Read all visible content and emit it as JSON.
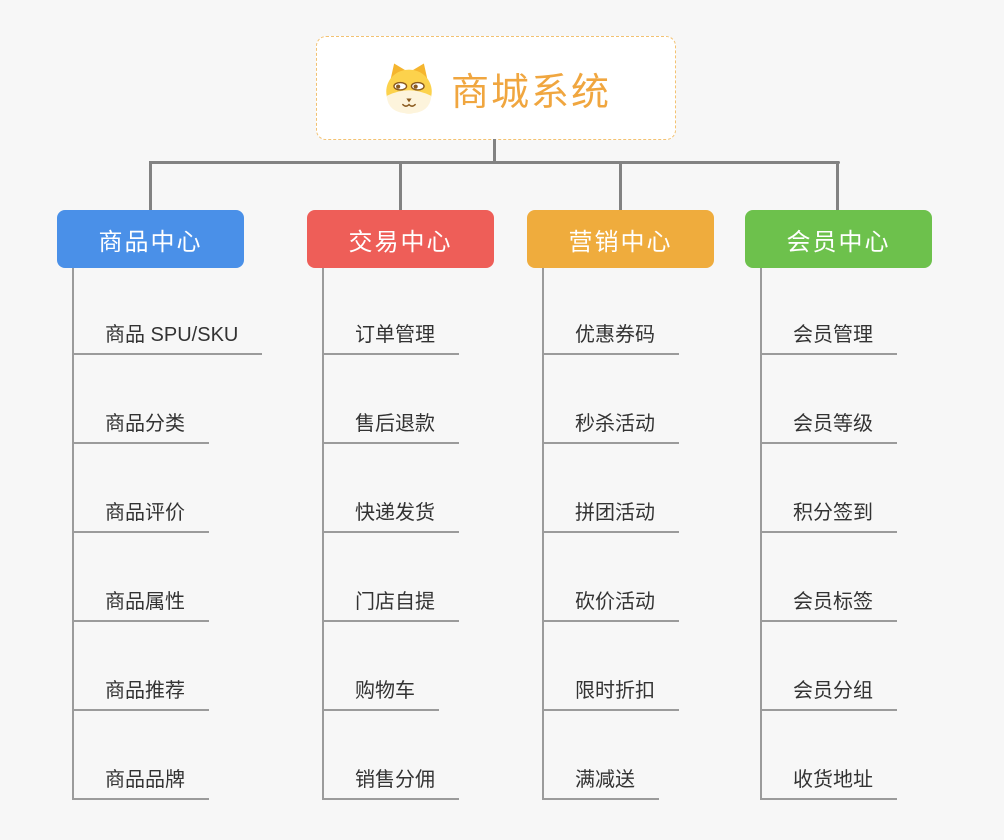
{
  "app": {
    "background_color": "#f7f7f7",
    "connector_color": "#828282",
    "branch_line_color": "#9b9b9b"
  },
  "root": {
    "title": "商城系统",
    "icon": "shiba-dog-icon",
    "title_color": "#f0a63f",
    "border_color": "#f3c272"
  },
  "branches": [
    {
      "label": "商品中心",
      "color": "#4a90e8",
      "items": [
        "商品 SPU/SKU",
        "商品分类",
        "商品评价",
        "商品属性",
        "商品推荐",
        "商品品牌"
      ]
    },
    {
      "label": "交易中心",
      "color": "#ee5e58",
      "items": [
        "订单管理",
        "售后退款",
        "快递发货",
        "门店自提",
        "购物车",
        "销售分佣"
      ]
    },
    {
      "label": "营销中心",
      "color": "#efac3d",
      "items": [
        "优惠券码",
        "秒杀活动",
        "拼团活动",
        "砍价活动",
        "限时折扣",
        "满减送"
      ]
    },
    {
      "label": "会员中心",
      "color": "#6dc14c",
      "items": [
        "会员管理",
        "会员等级",
        "积分签到",
        "会员标签",
        "会员分组",
        "收货地址"
      ]
    }
  ]
}
